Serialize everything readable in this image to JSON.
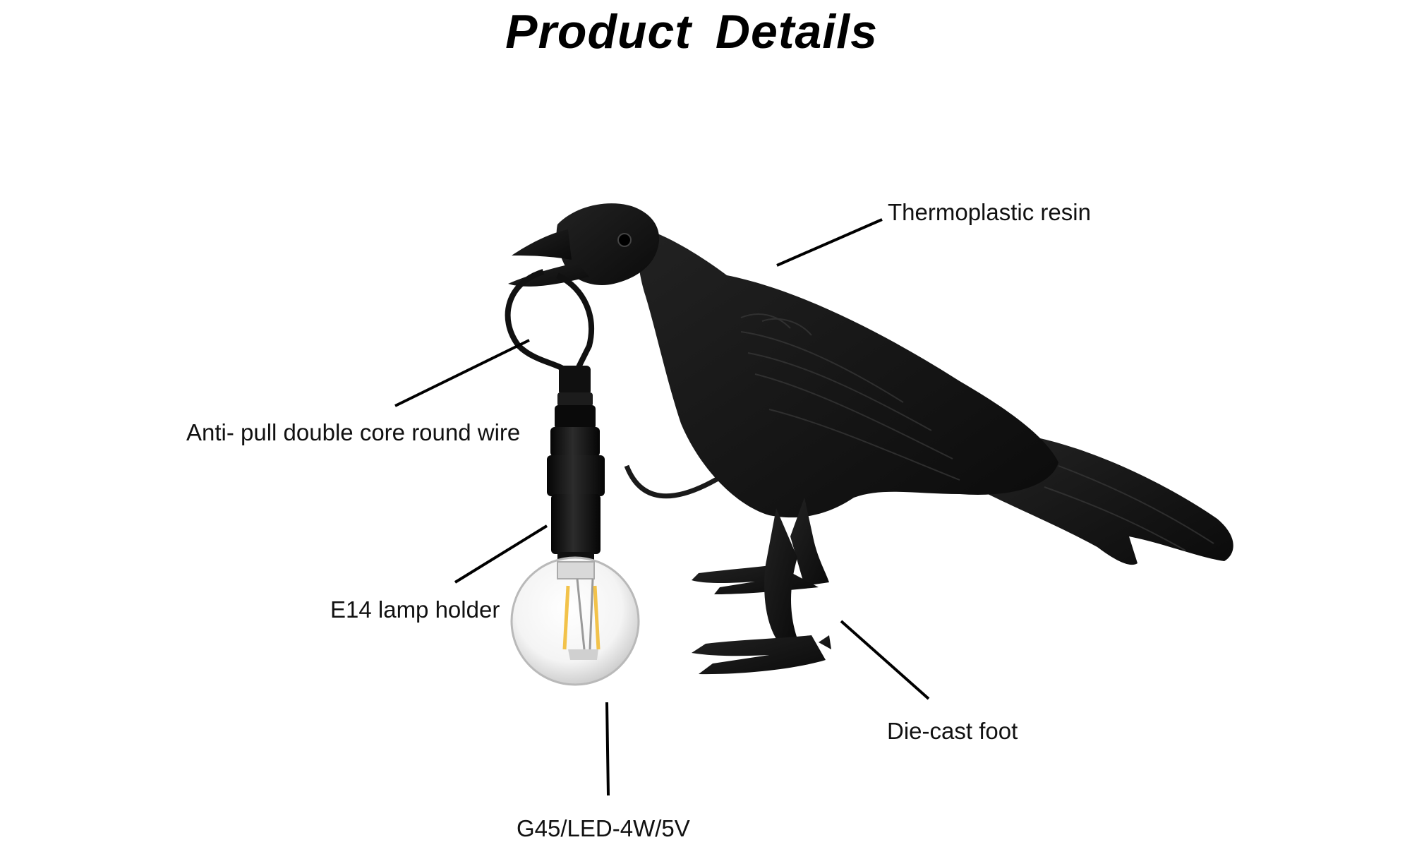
{
  "title": "Product Details",
  "callouts": {
    "resin": "Thermoplastic resin",
    "wire": "Anti- pull double core round wire",
    "holder": "E14 lamp holder",
    "bulb": "G45/LED-4W/5V",
    "foot": "Die-cast foot"
  },
  "colors": {
    "background": "#ffffff",
    "text": "#000000",
    "crow_body": "#151515",
    "leader_line": "#000000",
    "filament": "#f2c24a"
  }
}
